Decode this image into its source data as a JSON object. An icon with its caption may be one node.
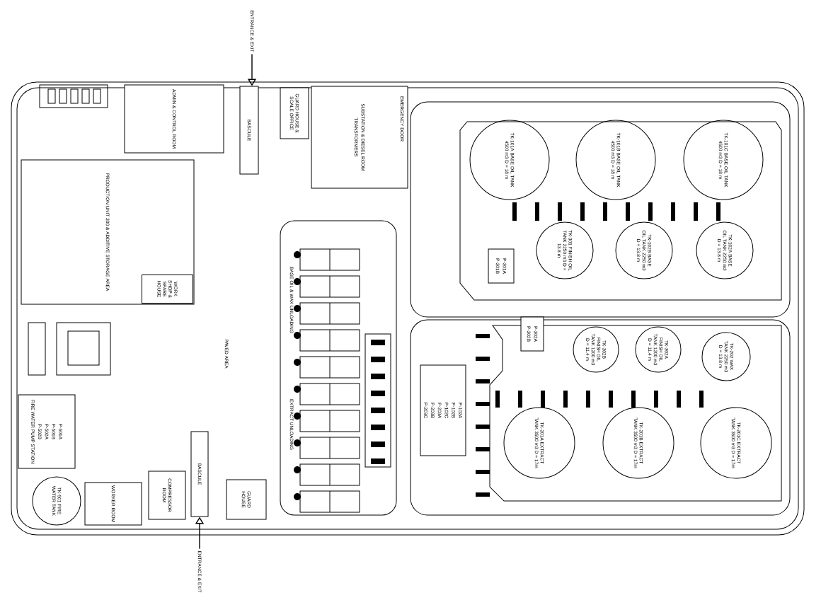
{
  "diagram": {
    "nodes": [
      {
        "text": [
          "ENTRANCE & EXIT"
        ]
      },
      {
        "text": [
          "ADMIN & CONTROL ROOM"
        ]
      },
      {
        "text": [
          "BASCULE"
        ]
      },
      {
        "text": [
          "GUARD HOUSE & SCALE OFFICE"
        ]
      },
      {
        "text": [
          "SUBSTATION & DIESEL ROOM",
          "TRANSFORMERS"
        ]
      },
      {
        "text": [
          "PRODUCTION UNIT 300 & ADDITIVE STORAGE AREA"
        ]
      },
      {
        "text": [
          "WORK SHOP & SPARE HOUSE"
        ],
        "in": 5
      },
      {
        "text": [
          "TK-101A BASE OIL TANK 4500 m3 D = 18 m"
        ]
      },
      {
        "text": [
          "TK-101B BASE OIL TANK 4500 m3 D = 18 m"
        ]
      },
      {
        "text": [
          "TK-101C BASE OIL TANK 4500 m3 D = 18 m"
        ]
      },
      {
        "text": [
          "TK-301 FINISH OIL TANK 2250 m3 D = 13.8 m"
        ]
      },
      {
        "text": [
          "TK-102B BASE OIL TANK 2250 m3 D = 13.8 m"
        ]
      },
      {
        "text": [
          "TK-102A BASE OIL TANK 2250 m3 D = 13.8 m"
        ]
      },
      {
        "text": [
          "P-301A",
          "P-301B"
        ]
      },
      {
        "text": [
          "TK-302B FINISH OIL TANK 1200 m3 D = 11.4 m"
        ]
      },
      {
        "text": [
          "TK-302A FINISH OIL TANK 1200 m3 D = 11.4 m"
        ]
      },
      {
        "text": [
          "TK-202 WAX TANK 2250 m3 D = 13.8 m"
        ]
      },
      {
        "text": [
          "TK-201A EXTRACT TANK 3500 m3 D = 17m"
        ]
      },
      {
        "text": [
          "TK-201B EXTRACT TANK 3500 m3 D = 17m"
        ]
      },
      {
        "text": [
          "TK-201C EXTRACT TANK 3500 m3 D = 17m"
        ]
      },
      {
        "text": [
          "P-302A",
          "P-302B"
        ]
      },
      {
        "text": [
          "P-501A",
          "P-501B",
          "P-502A",
          "P-502B",
          "FIRE WATER PUMP STATION"
        ]
      },
      {
        "text": [
          "TK-501 FIRE WATER TANK"
        ]
      },
      {
        "text": [
          "WORKER ROOM"
        ]
      },
      {
        "text": [
          "COMPRESSOR ROOM"
        ]
      },
      {
        "text": [
          "BASCULE"
        ]
      },
      {
        "text": [
          "GUARD HOUSE"
        ]
      },
      {
        "text": [
          "ENTRANCE & EXIT"
        ]
      },
      {
        "text": [
          "P-102A",
          "P-102B",
          "P-102C",
          "P-203A",
          "P-203B",
          "P-203C"
        ]
      }
    ],
    "edges": [
      {
        "from": 0,
        "to": 2,
        "arrow": "to"
      },
      {
        "from": 27,
        "to": 25,
        "arrow": "to"
      }
    ],
    "labels": [
      "EMERGENCY DOOR",
      "PAVED AREA",
      "BASE OIL & WAX UNLOADING",
      "EXTRACT UNLOADING"
    ]
  }
}
